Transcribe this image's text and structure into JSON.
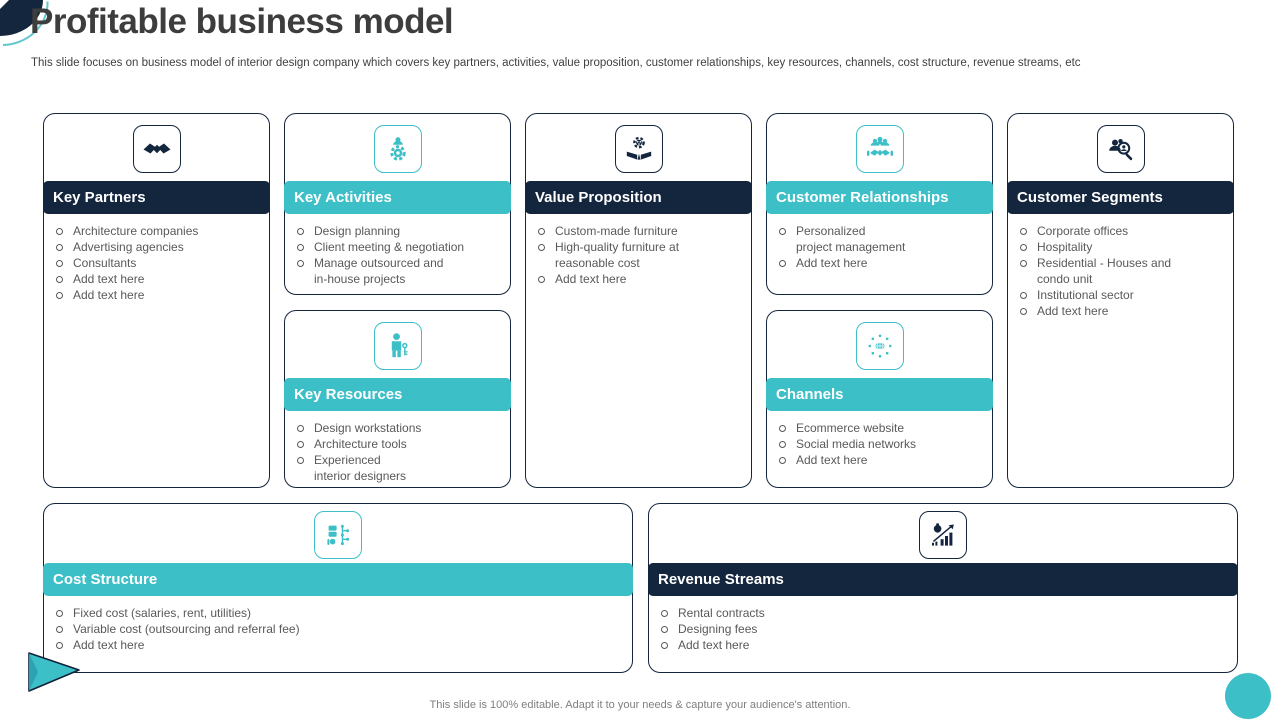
{
  "slide": {
    "title": "Profitable business model",
    "subtitle": "This slide focuses on business model of interior design company which covers key partners, activities, value proposition, customer relationships, key resources, channels, cost structure, revenue streams, etc",
    "footer": "This slide is 100% editable. Adapt it to your needs & capture your audience's attention."
  },
  "colors": {
    "navy": "#14263E",
    "teal": "#3DBFC7",
    "text": "#595959",
    "title": "#3D3D3D",
    "footer": "#7F7F7F",
    "arc": "#63C5CF"
  },
  "cards": {
    "key_partners": {
      "title": "Key Partners",
      "icon": "handshake-icon",
      "accent": "navy",
      "items": [
        "Architecture companies",
        "Advertising agencies",
        "Consultants",
        "Add text here",
        "Add text here"
      ]
    },
    "key_activities": {
      "title": "Key Activities",
      "icon": "gear-person-icon",
      "accent": "teal",
      "items": [
        "Design planning",
        "Client meeting & negotiation",
        "Manage outsourced and\nin-house projects"
      ]
    },
    "value_proposition": {
      "title": "Value Proposition",
      "icon": "gear-hands-icon",
      "accent": "navy",
      "items": [
        "Custom-made furniture",
        "High-quality furniture at\nreasonable cost",
        "Add text here"
      ]
    },
    "customer_relationships": {
      "title": "Customer Relationships",
      "icon": "people-handshake-icon",
      "accent": "teal",
      "items": [
        "Personalized\nproject management",
        "Add text here"
      ]
    },
    "customer_segments": {
      "title": "Customer Segments",
      "icon": "people-magnifier-icon",
      "accent": "navy",
      "items": [
        "Corporate offices",
        "Hospitality",
        "Residential - Houses and\ncondo unit",
        "Institutional sector",
        "Add text here"
      ]
    },
    "key_resources": {
      "title": "Key Resources",
      "icon": "person-key-icon",
      "accent": "teal",
      "items": [
        "Design workstations",
        "Architecture tools",
        "Experienced\ninterior designers"
      ]
    },
    "channels": {
      "title": "Channels",
      "icon": "network-globe-icon",
      "accent": "teal",
      "items": [
        "Ecommerce website",
        "Social media networks",
        "Add text here"
      ]
    },
    "cost_structure": {
      "title": "Cost Structure",
      "icon": "money-flow-icon",
      "accent": "teal",
      "items": [
        "Fixed cost (salaries, rent, utilities)",
        "Variable cost (outsourcing and referral fee)",
        "Add text here"
      ]
    },
    "revenue_streams": {
      "title": "Revenue Streams",
      "icon": "money-growth-icon",
      "accent": "navy",
      "items": [
        "Rental contracts",
        "Designing fees",
        "Add text here"
      ]
    }
  }
}
